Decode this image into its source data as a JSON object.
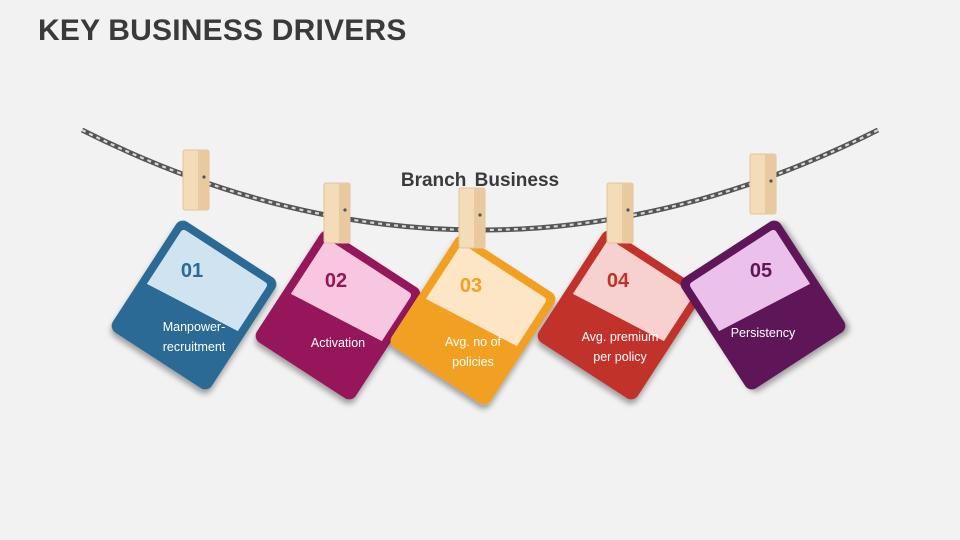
{
  "title": "KEY BUSINESS DRIVERS",
  "caption": "Branch  Business",
  "cards": [
    {
      "number": "01",
      "label_lines": [
        "Manpower-",
        "recruitment"
      ],
      "color": "#2a6b94",
      "light": "#cfe3f1"
    },
    {
      "number": "02",
      "label_lines": [
        "Activation"
      ],
      "color": "#95155a",
      "light": "#f7c6df"
    },
    {
      "number": "03",
      "label_lines": [
        "Avg. no of",
        "policies"
      ],
      "color": "#f1a024",
      "light": "#fde6c6"
    },
    {
      "number": "04",
      "label_lines": [
        "Avg. premium",
        "per policy"
      ],
      "color": "#c0332c",
      "light": "#f6d1cf"
    },
    {
      "number": "05",
      "label_lines": [
        "Persistency"
      ],
      "color": "#5e1759",
      "light": "#ebc0ea"
    }
  ]
}
